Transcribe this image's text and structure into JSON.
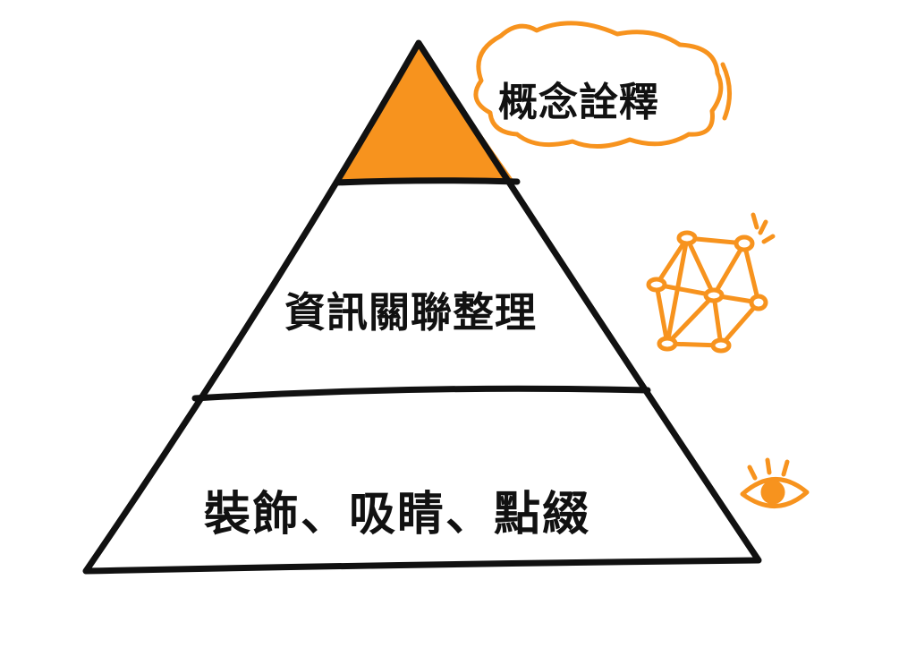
{
  "diagram": {
    "levels": [
      {
        "id": "top",
        "label": "概念詮釋",
        "icon": "speech-cloud-icon"
      },
      {
        "id": "middle",
        "label": "資訊關聯整理",
        "icon": "network-cube-icon"
      },
      {
        "id": "bottom",
        "label": "裝飾、吸睛、點綴",
        "icon": "eye-icon"
      }
    ]
  },
  "colors": {
    "accent": "#F7931E",
    "stroke": "#111111",
    "background": "#FFFFFF"
  }
}
